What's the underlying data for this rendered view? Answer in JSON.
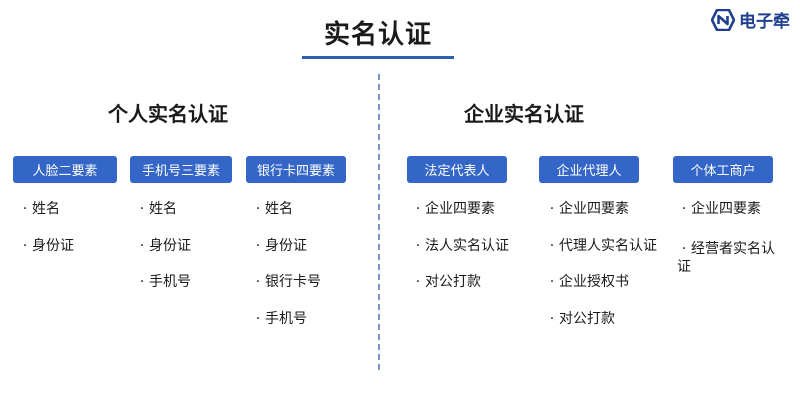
{
  "header": {
    "title": "实名认证",
    "logo_text": "电子牵",
    "accent_color": "#2f5fb3"
  },
  "sections": {
    "personal": {
      "title": "个人实名认证",
      "groups": [
        {
          "label": "人脸二要素",
          "items": [
            "姓名",
            "身份证"
          ]
        },
        {
          "label": "手机号三要素",
          "items": [
            "姓名",
            "身份证",
            "手机号"
          ]
        },
        {
          "label": "银行卡四要素",
          "items": [
            "姓名",
            "身份证",
            "银行卡号",
            "手机号"
          ]
        }
      ]
    },
    "enterprise": {
      "title": "企业实名认证",
      "groups": [
        {
          "label": "法定代表人",
          "items": [
            "企业四要素",
            "法人实名认证",
            "对公打款"
          ]
        },
        {
          "label": "企业代理人",
          "items": [
            "企业四要素",
            "代理人实名认证",
            "企业授权书",
            "对公打款"
          ]
        },
        {
          "label": "个体工商户",
          "items": [
            "企业四要素",
            "经营者实名认证"
          ]
        }
      ]
    }
  },
  "colors": {
    "pill_bg": "#3366c7",
    "divider": "#7a92c8",
    "text": "#1a1a1a"
  },
  "bullet": "·"
}
